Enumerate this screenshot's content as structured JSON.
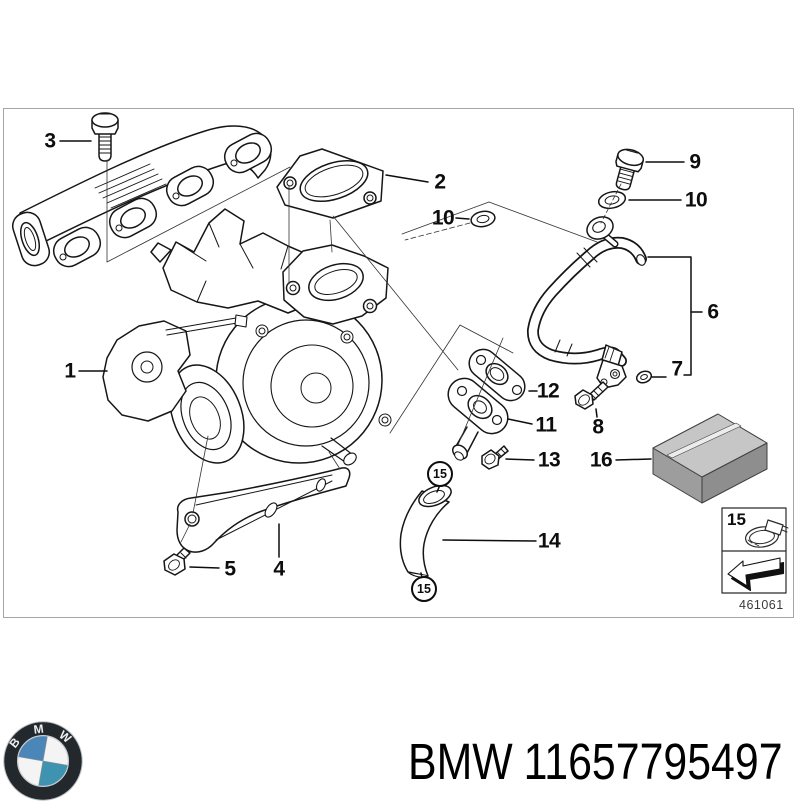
{
  "callouts": {
    "n1": "1",
    "n2": "2",
    "n3": "3",
    "n4": "4",
    "n5": "5",
    "n6": "6",
    "n7": "7",
    "n8": "8",
    "n9": "9",
    "n10": "10",
    "n11": "11",
    "n12": "12",
    "n13": "13",
    "n14": "14",
    "n15": "15",
    "n16": "16"
  },
  "drawing_number": "461061",
  "footer": {
    "brand": "BMW",
    "part_number": "11657795497"
  },
  "logo": {
    "letters": [
      "B",
      "M",
      "W"
    ]
  },
  "colors": {
    "line": "#161616",
    "frame_border": "#a6a6a6",
    "box_top": "#c6c6c6",
    "box_left": "#9d9d9d",
    "box_right": "#8e8e8e",
    "logo_blue_1": "#4a86b8",
    "logo_blue_2": "#3e93b0",
    "text": "#000000"
  }
}
